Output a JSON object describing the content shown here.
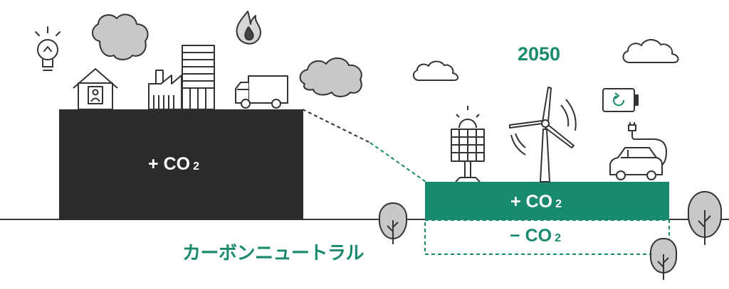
{
  "diagram": {
    "title": "カーボンニュートラル",
    "year": "2050",
    "current_emission": {
      "sign": "+",
      "label": "CO",
      "subscript": "2"
    },
    "future_emission": {
      "sign": "+",
      "label": "CO",
      "subscript": "2"
    },
    "future_absorption": {
      "sign": "−",
      "label": "CO",
      "subscript": "2"
    },
    "colors": {
      "accent": "#1a8a6e",
      "dark_block": "#2b2b2b",
      "cloud": "#c8c8c8",
      "line": "#3a3a3a"
    },
    "icons": [
      "lightbulb-icon",
      "house-icon",
      "factory-icon",
      "building-icon",
      "truck-icon",
      "flame-icon",
      "smoke-cloud-icon",
      "solar-panel-icon",
      "wind-turbine-icon",
      "battery-icon",
      "electric-car-icon",
      "cloud-outline-icon",
      "tree-icon"
    ]
  }
}
